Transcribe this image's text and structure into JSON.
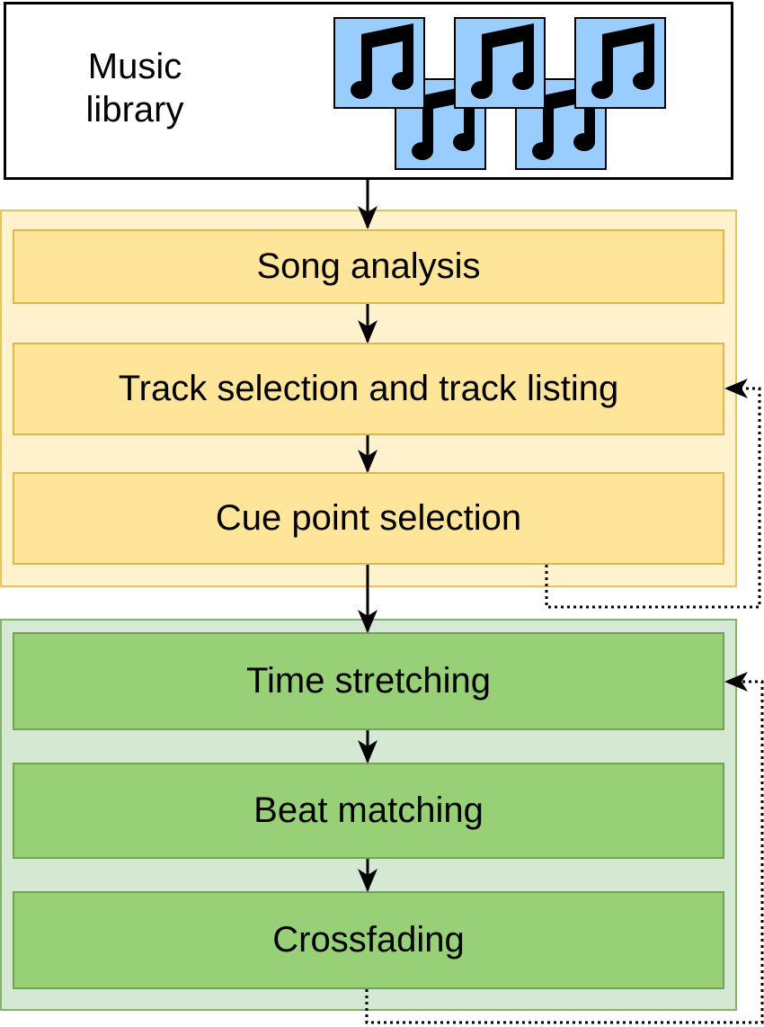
{
  "library": {
    "label_line1": "Music",
    "label_line2": "library",
    "note_color": "#99ccff",
    "note_icon": "music-note-icon"
  },
  "stage1": {
    "fill": "#fff2cc",
    "steps": [
      "Song analysis",
      "Track selection and track listing",
      "Cue point selection"
    ]
  },
  "stage2": {
    "fill": "#d5e8d4",
    "steps": [
      "Time stretching",
      "Beat matching",
      "Crossfading"
    ]
  }
}
